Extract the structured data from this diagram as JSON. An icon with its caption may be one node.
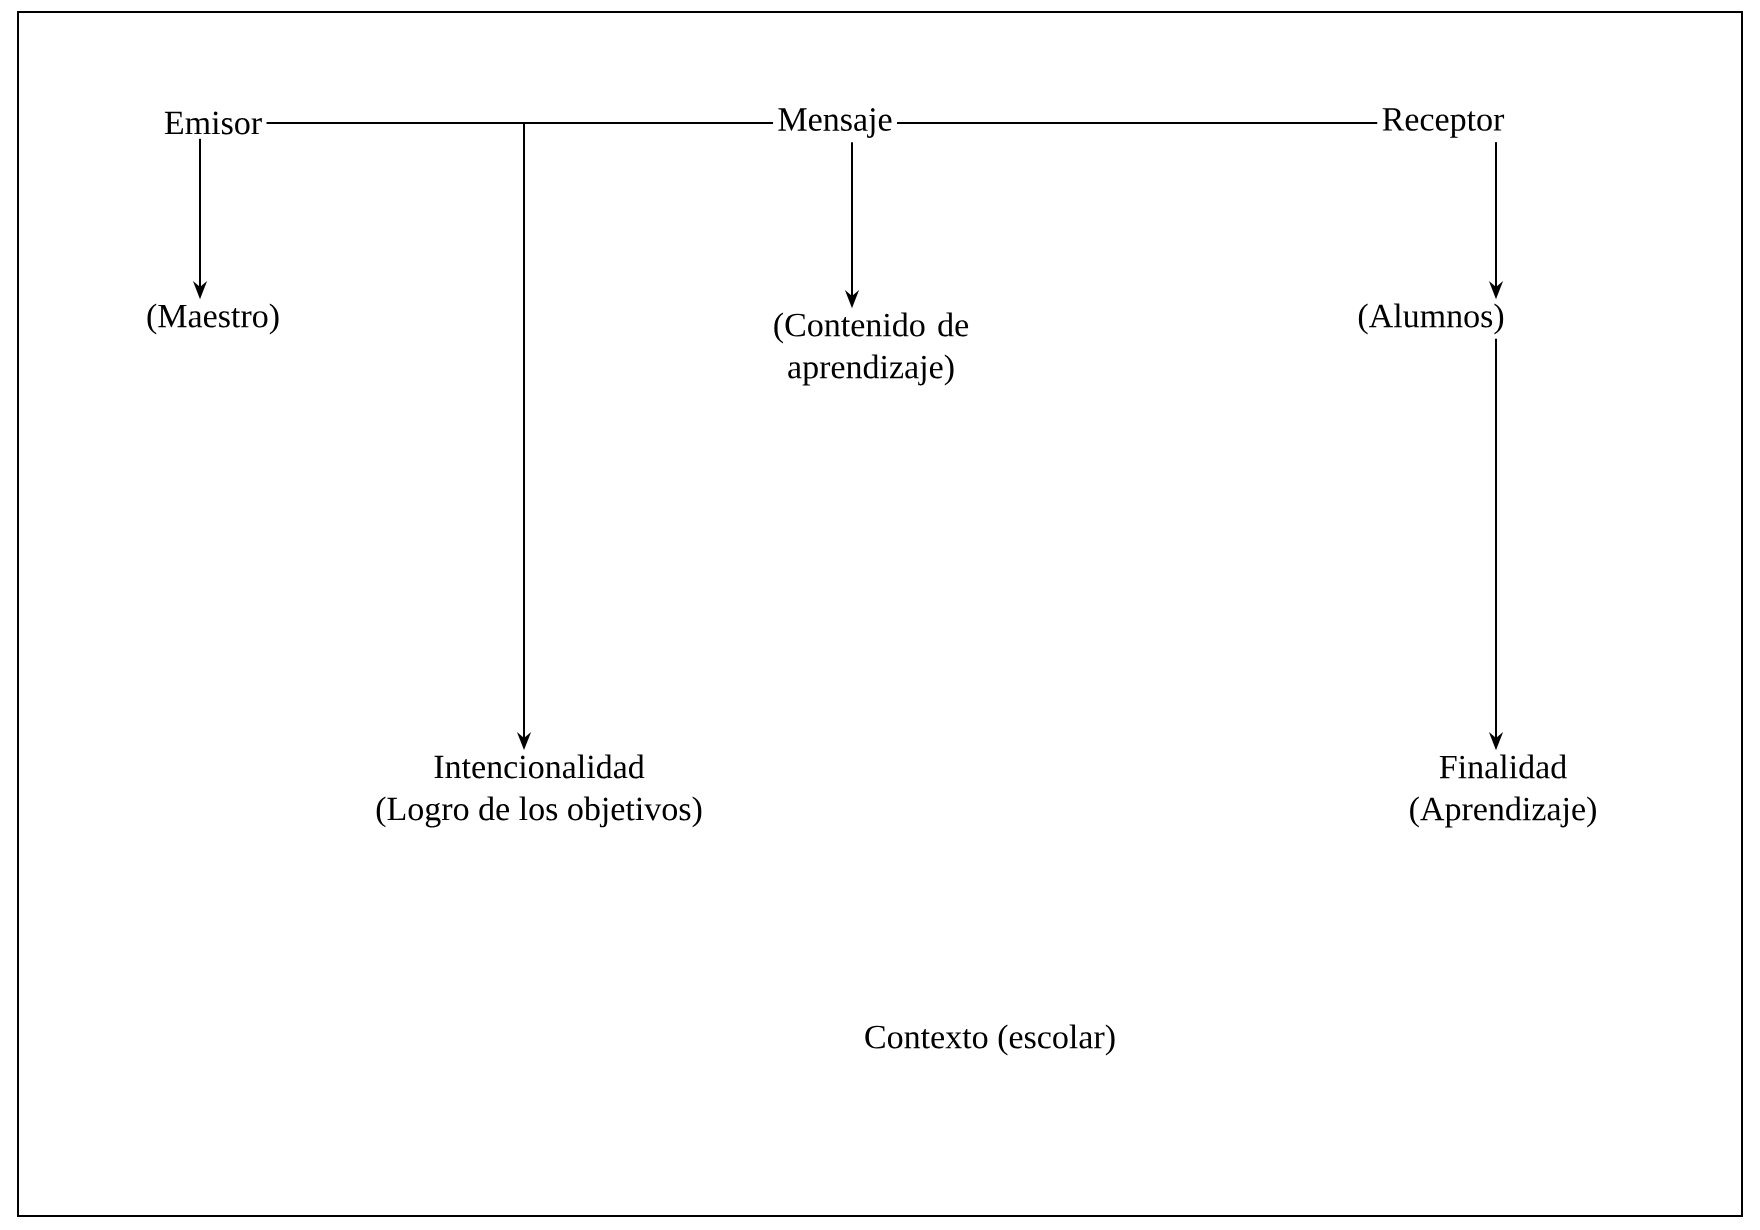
{
  "diagram": {
    "nodes": [
      {
        "text": [
          "Contexto (escolar)"
        ]
      },
      {
        "text": [
          "Emisor"
        ],
        "in": 0
      },
      {
        "text": [
          "Mensaje"
        ],
        "in": 0
      },
      {
        "text": [
          "Receptor"
        ],
        "in": 0
      },
      {
        "text": [
          "(Maestro)"
        ],
        "in": 0
      },
      {
        "text": [
          "(Contenido de aprendizaje)"
        ],
        "in": 0
      },
      {
        "text": [
          "(Alumnos)"
        ],
        "in": 0
      },
      {
        "text": [
          "Intencionalidad",
          "(Logro de los objetivos)"
        ],
        "in": 0
      },
      {
        "text": [
          "Finalidad",
          "(Aprendizaje)"
        ],
        "in": 0
      }
    ],
    "edges": [
      {
        "from": 1,
        "to": 2,
        "arrow": "none"
      },
      {
        "from": 2,
        "to": 3,
        "arrow": "none"
      },
      {
        "from": 1,
        "to": 4,
        "arrow": "to"
      },
      {
        "from": 2,
        "to": 5,
        "arrow": "to"
      },
      {
        "from": 3,
        "to": 6,
        "arrow": "to"
      },
      {
        "from": null,
        "to": 7,
        "arrow": "to"
      },
      {
        "from": 6,
        "to": 8,
        "arrow": "to"
      }
    ]
  }
}
